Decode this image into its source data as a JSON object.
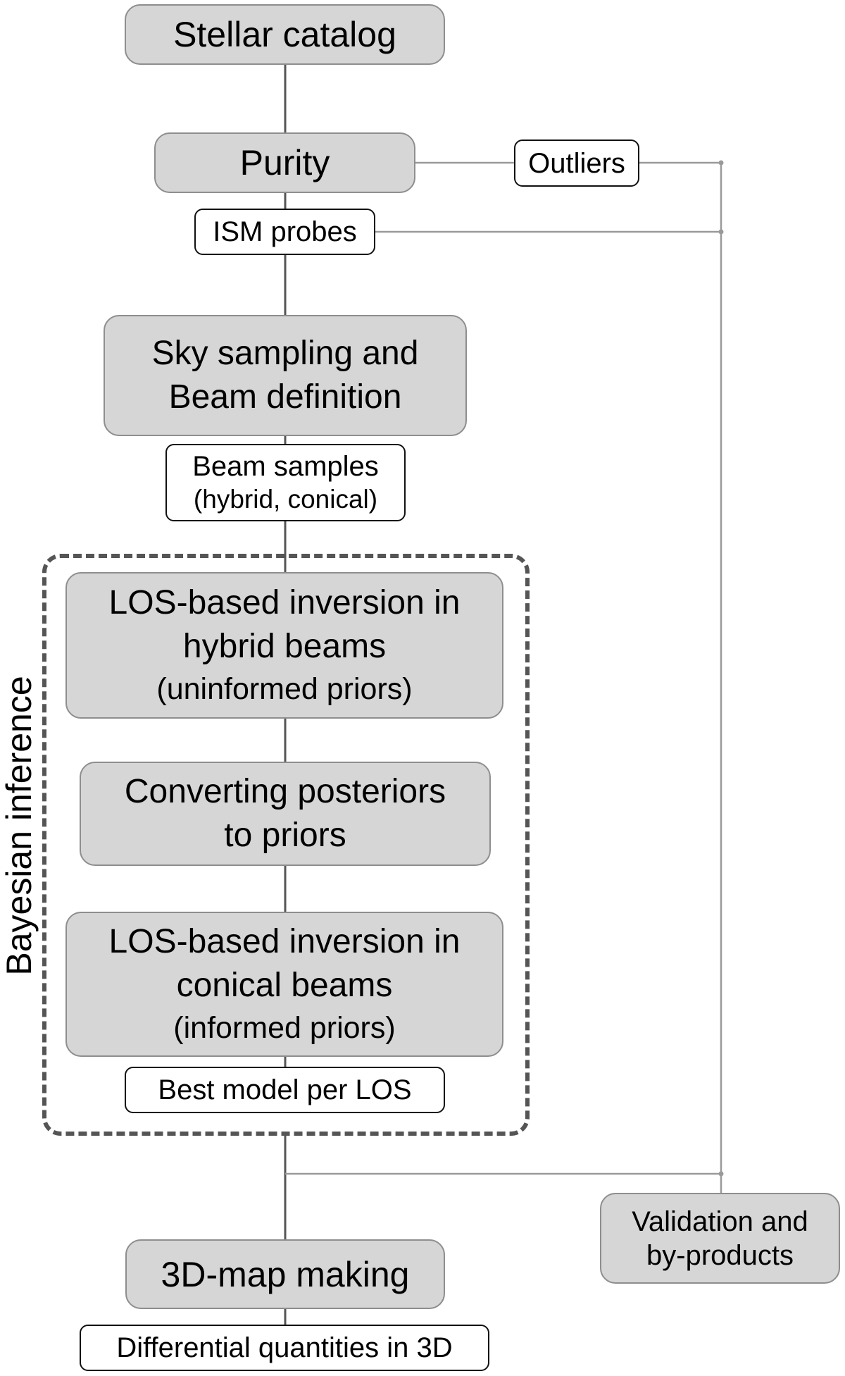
{
  "diagram": {
    "nodes": {
      "stellar_catalog": {
        "type": "process",
        "lines": [
          "Stellar catalog"
        ]
      },
      "purity": {
        "type": "process",
        "lines": [
          "Purity"
        ]
      },
      "outliers": {
        "type": "data",
        "lines": [
          "Outliers"
        ]
      },
      "ism_probes": {
        "type": "data",
        "lines": [
          "ISM probes"
        ]
      },
      "sky_sampling": {
        "type": "process",
        "lines": [
          "Sky sampling and",
          "Beam definition"
        ]
      },
      "beam_samples": {
        "type": "data",
        "lines": [
          "Beam samples",
          "(hybrid, conical)"
        ]
      },
      "los_hybrid": {
        "type": "process",
        "lines": [
          "LOS-based inversion in",
          "hybrid beams",
          "(uninformed priors)"
        ]
      },
      "converting": {
        "type": "process",
        "lines": [
          "Converting posteriors",
          "to priors"
        ]
      },
      "los_conical": {
        "type": "process",
        "lines": [
          "LOS-based inversion in",
          "conical beams",
          "(informed priors)"
        ]
      },
      "best_model": {
        "type": "data",
        "lines": [
          "Best model per LOS"
        ]
      },
      "map_making": {
        "type": "process",
        "lines": [
          "3D-map making"
        ]
      },
      "differential": {
        "type": "data",
        "lines": [
          "Differential quantities in 3D"
        ]
      },
      "validation": {
        "type": "process",
        "lines": [
          "Validation and",
          "by-products"
        ]
      }
    },
    "group": {
      "label": "Bayesian inference",
      "members": [
        "los_hybrid",
        "converting",
        "los_conical",
        "best_model"
      ]
    },
    "edges": [
      [
        "stellar_catalog",
        "purity"
      ],
      [
        "purity",
        "ism_probes"
      ],
      [
        "purity",
        "outliers"
      ],
      [
        "ism_probes",
        "sky_sampling"
      ],
      [
        "sky_sampling",
        "beam_samples"
      ],
      [
        "beam_samples",
        "los_hybrid"
      ],
      [
        "los_hybrid",
        "converting"
      ],
      [
        "converting",
        "los_conical"
      ],
      [
        "los_conical",
        "best_model"
      ],
      [
        "best_model",
        "map_making"
      ],
      [
        "map_making",
        "differential"
      ],
      [
        "outliers",
        "validation"
      ],
      [
        "ism_probes",
        "validation"
      ],
      [
        "best_model",
        "validation"
      ]
    ],
    "colors": {
      "process_fill": "#d6d6d6",
      "process_border": "#8e8e8e",
      "data_fill": "#ffffff",
      "main_line": "#555555",
      "side_line": "#9a9a9a",
      "group_border": "#555555"
    }
  }
}
